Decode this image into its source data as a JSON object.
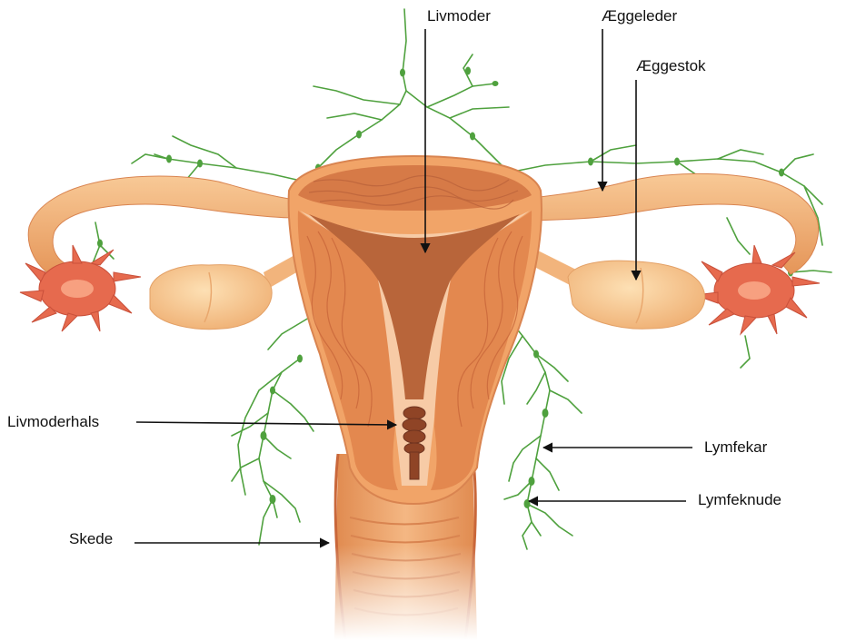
{
  "labels": {
    "livmoder": "Livmoder",
    "aeggeleder": "Æggeleder",
    "aeggestok": "Æggestok",
    "livmoderhals": "Livmoderhals",
    "lymfekar": "Lymfekar",
    "lymfeknude": "Lymfeknude",
    "skede": "Skede"
  },
  "colors": {
    "background": "#ffffff",
    "tissue_light": "#f6c187",
    "tissue_mid": "#eba05f",
    "tissue_dark": "#c9673a",
    "cavity": "#b8653a",
    "fimbriae": "#e66a4e",
    "lymph": "#4fa13e",
    "arrow": "#111111"
  }
}
